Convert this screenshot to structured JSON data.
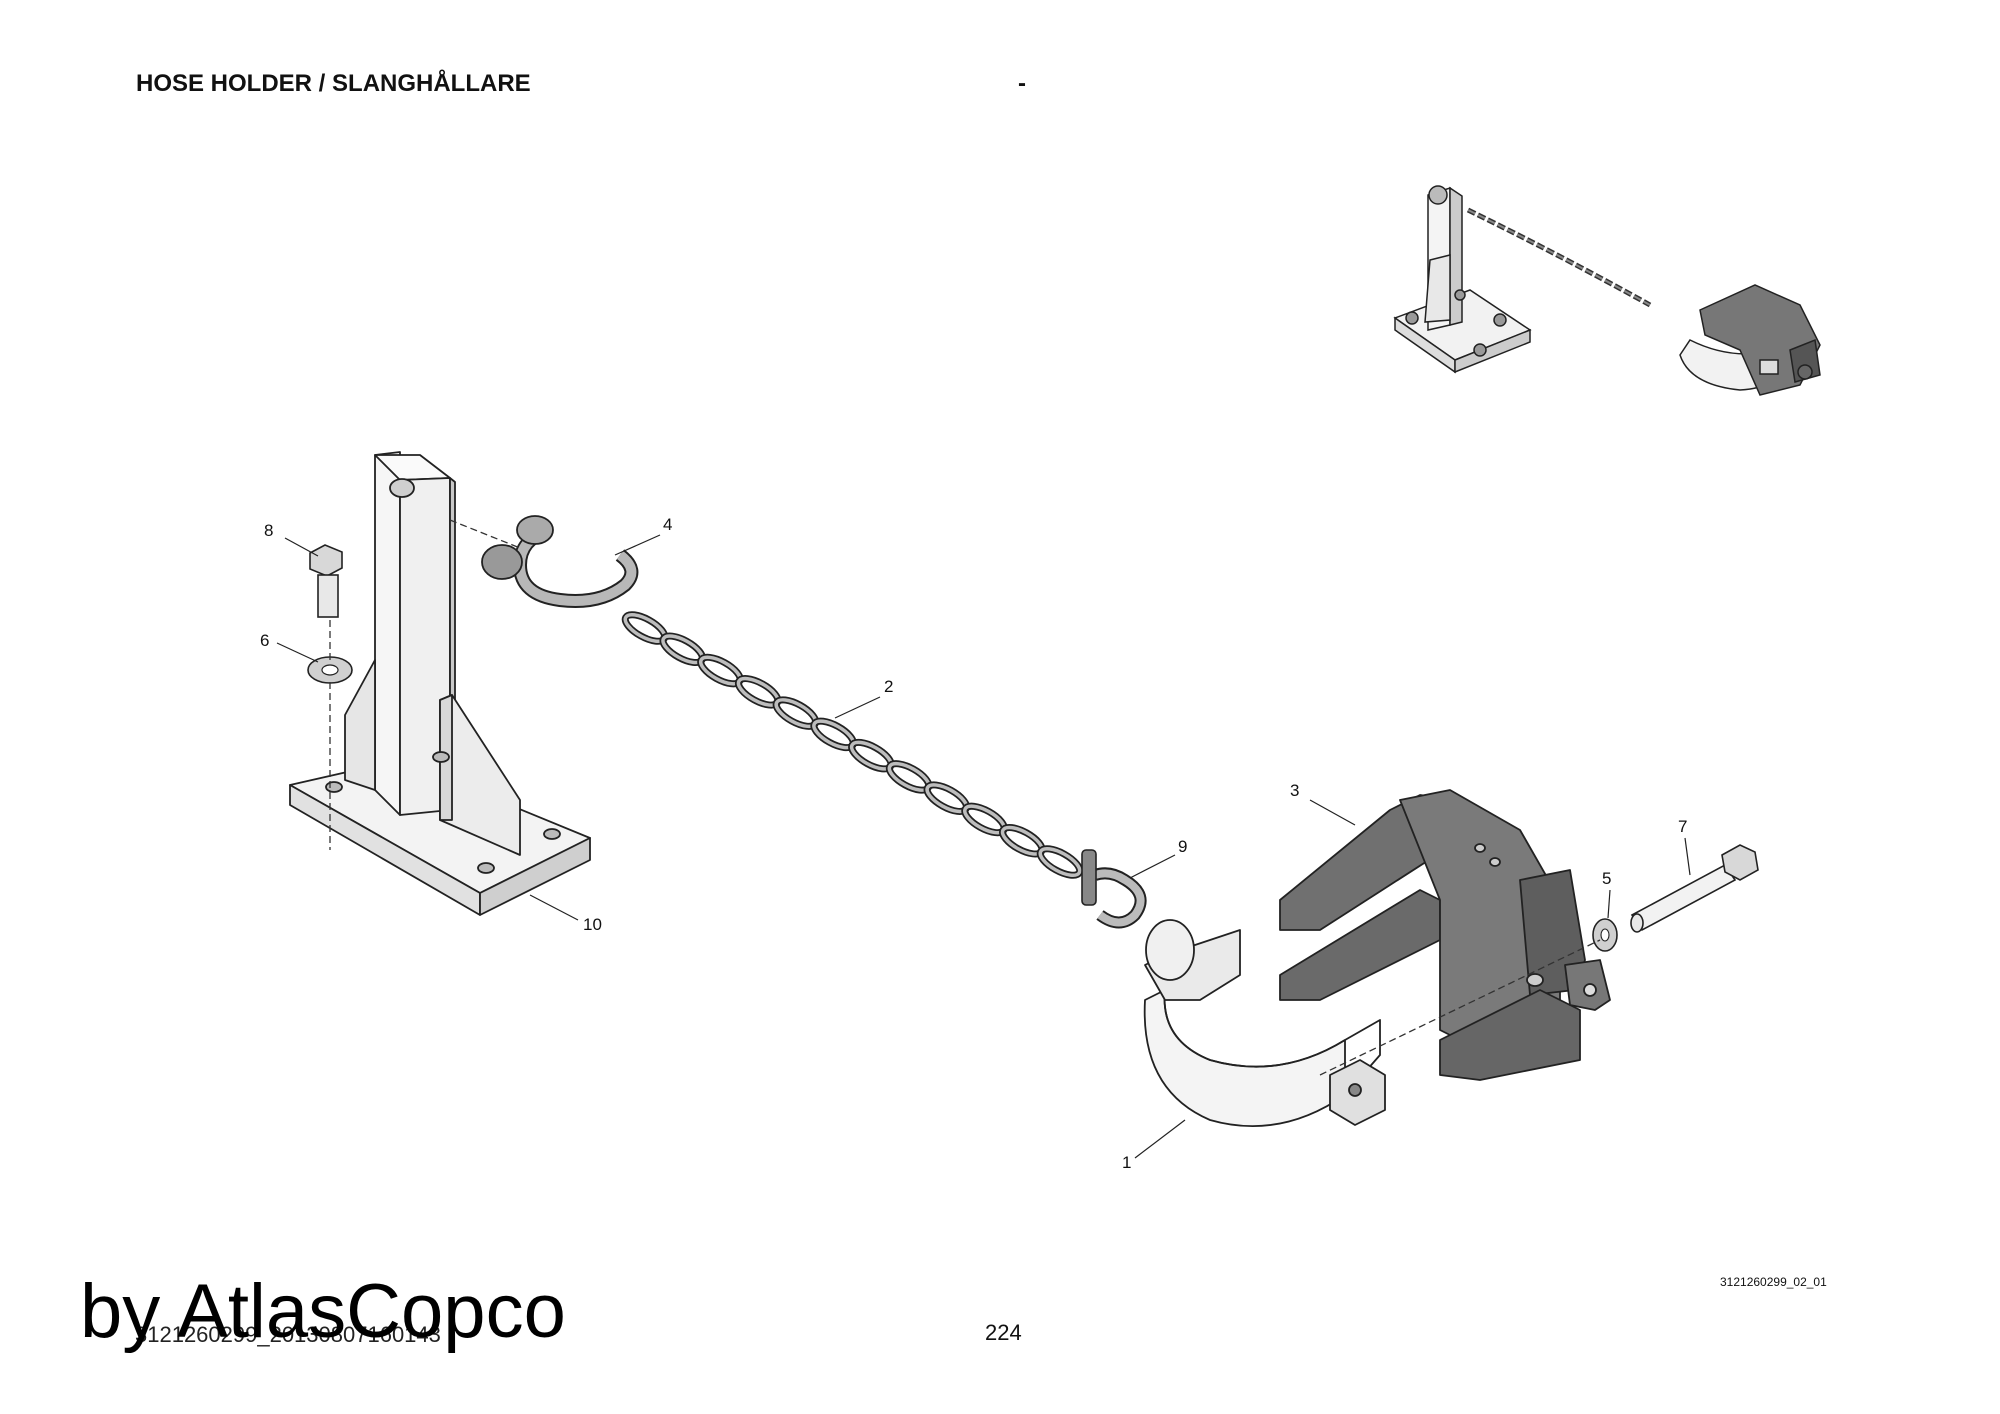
{
  "header": {
    "title": "HOSE HOLDER / SLANGHÅLLARE",
    "dash": "-"
  },
  "callouts": [
    "1",
    "2",
    "3",
    "4",
    "5",
    "6",
    "7",
    "8",
    "9",
    "10"
  ],
  "drawing_ref": "3121260299_02_01",
  "footer": {
    "doc_id": "3121260299_20130807160143",
    "page": "224"
  },
  "watermark": "by AtlasCopco"
}
